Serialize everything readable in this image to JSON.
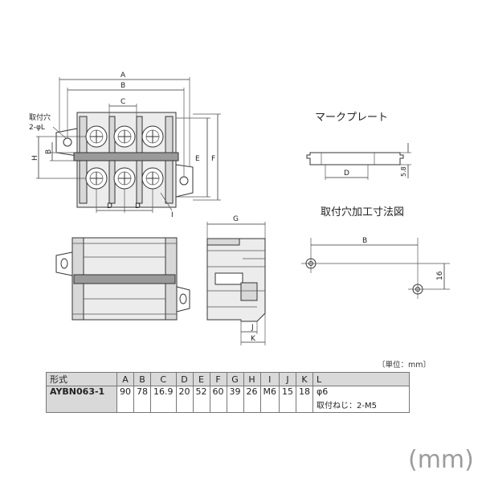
{
  "labels": {
    "mount_hole": "取付穴",
    "mount_hole_spec": "2-φL",
    "mark_plate_title": "マークプレート",
    "mount_hole_dims_title": "取付穴加工寸法図"
  },
  "dims": {
    "A": "A",
    "B": "B",
    "C": "C",
    "D": "D",
    "E": "E",
    "F": "F",
    "G": "G",
    "H": "H",
    "I": "I",
    "J": "J",
    "K": "K",
    "plate_height": "5.8",
    "hole_pitch": "16"
  },
  "table": {
    "unit_note": "〔単位：mm〕",
    "headers": [
      "形式",
      "A",
      "B",
      "C",
      "D",
      "E",
      "F",
      "G",
      "H",
      "I",
      "J",
      "K",
      "L"
    ],
    "row": {
      "model": "AYBN063-1",
      "values": [
        "90",
        "78",
        "16.9",
        "20",
        "52",
        "60",
        "39",
        "26",
        "M6",
        "15",
        "18"
      ],
      "L_line1": "φ6",
      "L_line2": "取付ねじ：2-M5"
    }
  },
  "watermark": "(mm)"
}
